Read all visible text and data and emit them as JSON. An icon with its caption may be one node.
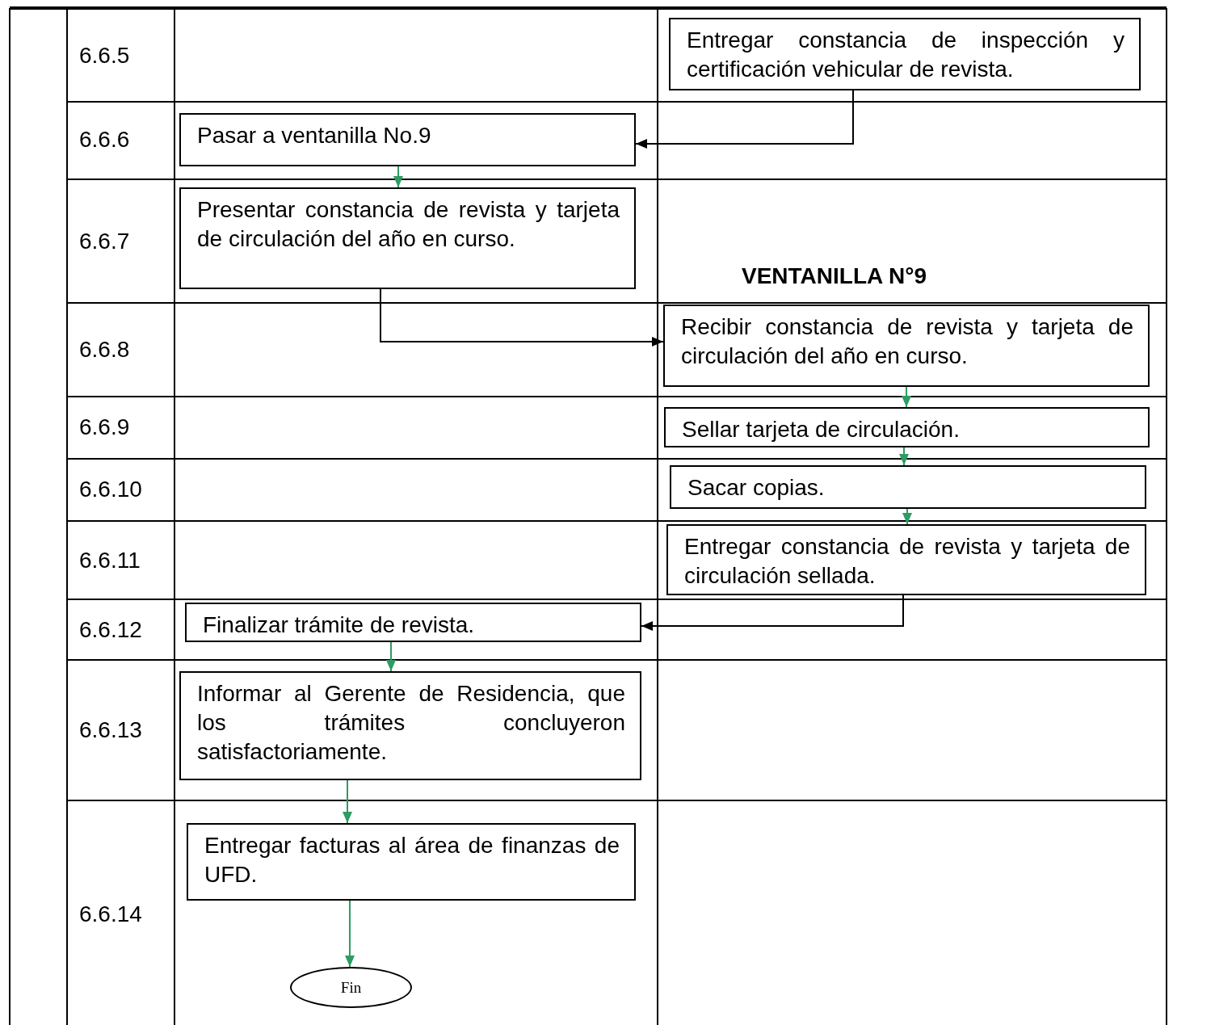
{
  "diagram": {
    "nodes": [
      {
        "text": [
          "Entregar constancia de inspección y certificación vehicular de revista."
        ]
      },
      {
        "text": [
          "Pasar a ventanilla No.9"
        ]
      },
      {
        "text": [
          "Presentar constancia de revista y tarjeta de circulación del año en curso."
        ]
      },
      {
        "text": [
          "Recibir constancia de revista y tarjeta de circulación del año en curso."
        ]
      },
      {
        "text": [
          "Sellar tarjeta de circulación."
        ]
      },
      {
        "text": [
          "Sacar copias."
        ]
      },
      {
        "text": [
          "Entregar constancia de revista y tarjeta de circulación sellada."
        ]
      },
      {
        "text": [
          "Finalizar trámite de revista."
        ]
      },
      {
        "text": [
          "Informar al Gerente de Residencia, que los trámites concluyeron satisfactoriamente."
        ]
      },
      {
        "text": [
          "Entregar facturas al área de finanzas de UFD."
        ]
      },
      {
        "text": [
          "Fin"
        ]
      }
    ],
    "edges": [
      {
        "from": 0,
        "to": 1,
        "arrow": "to",
        "color": "#000000"
      },
      {
        "from": 1,
        "to": 2,
        "arrow": "to"
      },
      {
        "from": 2,
        "to": 3,
        "arrow": "to",
        "color": "#000000"
      },
      {
        "from": 3,
        "to": 4,
        "arrow": "to"
      },
      {
        "from": 4,
        "to": 5,
        "arrow": "to"
      },
      {
        "from": 5,
        "to": 6,
        "arrow": "to"
      },
      {
        "from": 6,
        "to": 7,
        "arrow": "to",
        "color": "#000000"
      },
      {
        "from": 7,
        "to": 8,
        "arrow": "to"
      },
      {
        "from": 8,
        "to": 9,
        "arrow": "to"
      },
      {
        "from": 9,
        "to": 10,
        "arrow": "to"
      }
    ],
    "labels": [
      "6.6.5",
      "6.6.6",
      "6.6.7",
      "VENTANILLA N°9",
      "6.6.8",
      "6.6.9",
      "6.6.10",
      "6.6.11",
      "6.6.12",
      "6.6.13",
      "6.6.14"
    ]
  }
}
